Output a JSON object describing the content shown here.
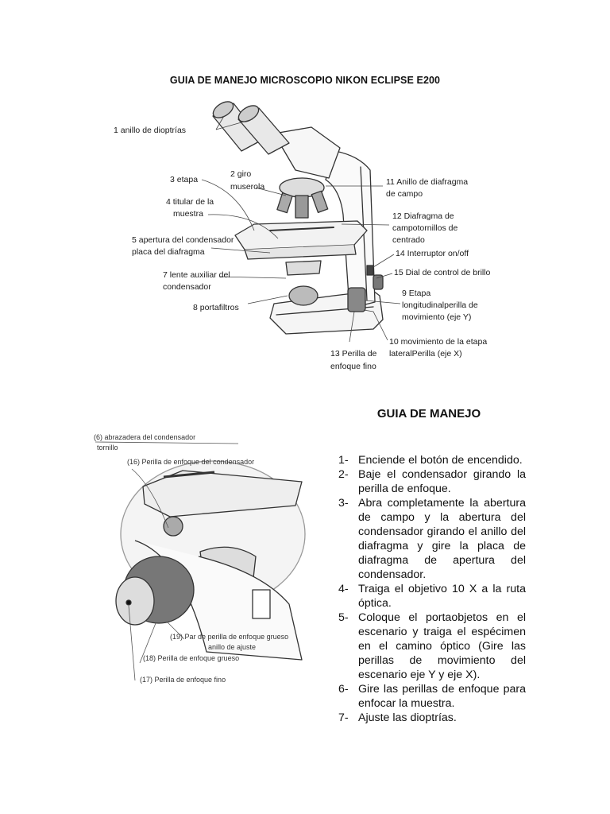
{
  "document": {
    "title": "GUIA DE MANEJO MICROSCOPIO NIKON ECLIPSE E200"
  },
  "figure1": {
    "labels": [
      {
        "lines": [
          "1 anillo de dioptrías"
        ]
      },
      {
        "lines": [
          "2 giro",
          "muserola"
        ]
      },
      {
        "lines": [
          "3 etapa"
        ]
      },
      {
        "lines": [
          "4 titular de la",
          "muestra"
        ]
      },
      {
        "lines": [
          "5 apertura del condensador",
          "placa del diafragma"
        ]
      },
      {
        "lines": [
          "7 lente auxiliar del",
          "condensador"
        ]
      },
      {
        "lines": [
          "8 portafiltros"
        ]
      },
      {
        "lines": [
          "11 Anillo de diafragma",
          "de campo"
        ]
      },
      {
        "lines": [
          "12 Diafragma de",
          "campotornillos de",
          "centrado"
        ]
      },
      {
        "lines": [
          "14 Interruptor on/off"
        ]
      },
      {
        "lines": [
          "15 Dial de control de brillo"
        ]
      },
      {
        "lines": [
          "9 Etapa",
          "longitudinalperilla de",
          "movimiento (eje Y)"
        ]
      },
      {
        "lines": [
          "10 movimiento de la etapa",
          "lateralPerilla (eje X)"
        ]
      },
      {
        "lines": [
          "13 Perilla de",
          "enfoque fino"
        ]
      }
    ]
  },
  "figure2": {
    "labels": [
      {
        "lines": [
          "(6) abrazadera del condensador",
          "tornillo"
        ]
      },
      {
        "lines": [
          "(16) Perilla de enfoque del condensador"
        ]
      },
      {
        "lines": [
          "(19) Par de perilla de enfoque grueso",
          "anillo de ajuste"
        ]
      },
      {
        "lines": [
          "(18) Perilla de enfoque grueso"
        ]
      },
      {
        "lines": [
          "(17) Perilla de enfoque fino"
        ]
      }
    ]
  },
  "guide": {
    "title": "GUIA DE MANEJO",
    "steps": [
      {
        "num": "1-",
        "text": "Enciende el botón de encendido."
      },
      {
        "num": "2-",
        "text": "Baje el condensador girando la perilla de enfoque."
      },
      {
        "num": "3-",
        "text": "Abra completamente la abertura de campo y la abertura del condensador girando el anillo del diafragma y gire la placa de diafragma de apertura del condensador."
      },
      {
        "num": "4-",
        "text": "Traiga el objetivo 10 X a la ruta óptica."
      },
      {
        "num": "5-",
        "text": "Coloque el portaobjetos en el escenario y traiga el espécimen en el camino óptico (Gire las perillas de movimiento del escenario eje Y y eje X)."
      },
      {
        "num": "6-",
        "text": "Gire las perillas de enfoque para enfocar la muestra."
      },
      {
        "num": "7-",
        "text": "Ajuste las dioptrías."
      }
    ]
  }
}
